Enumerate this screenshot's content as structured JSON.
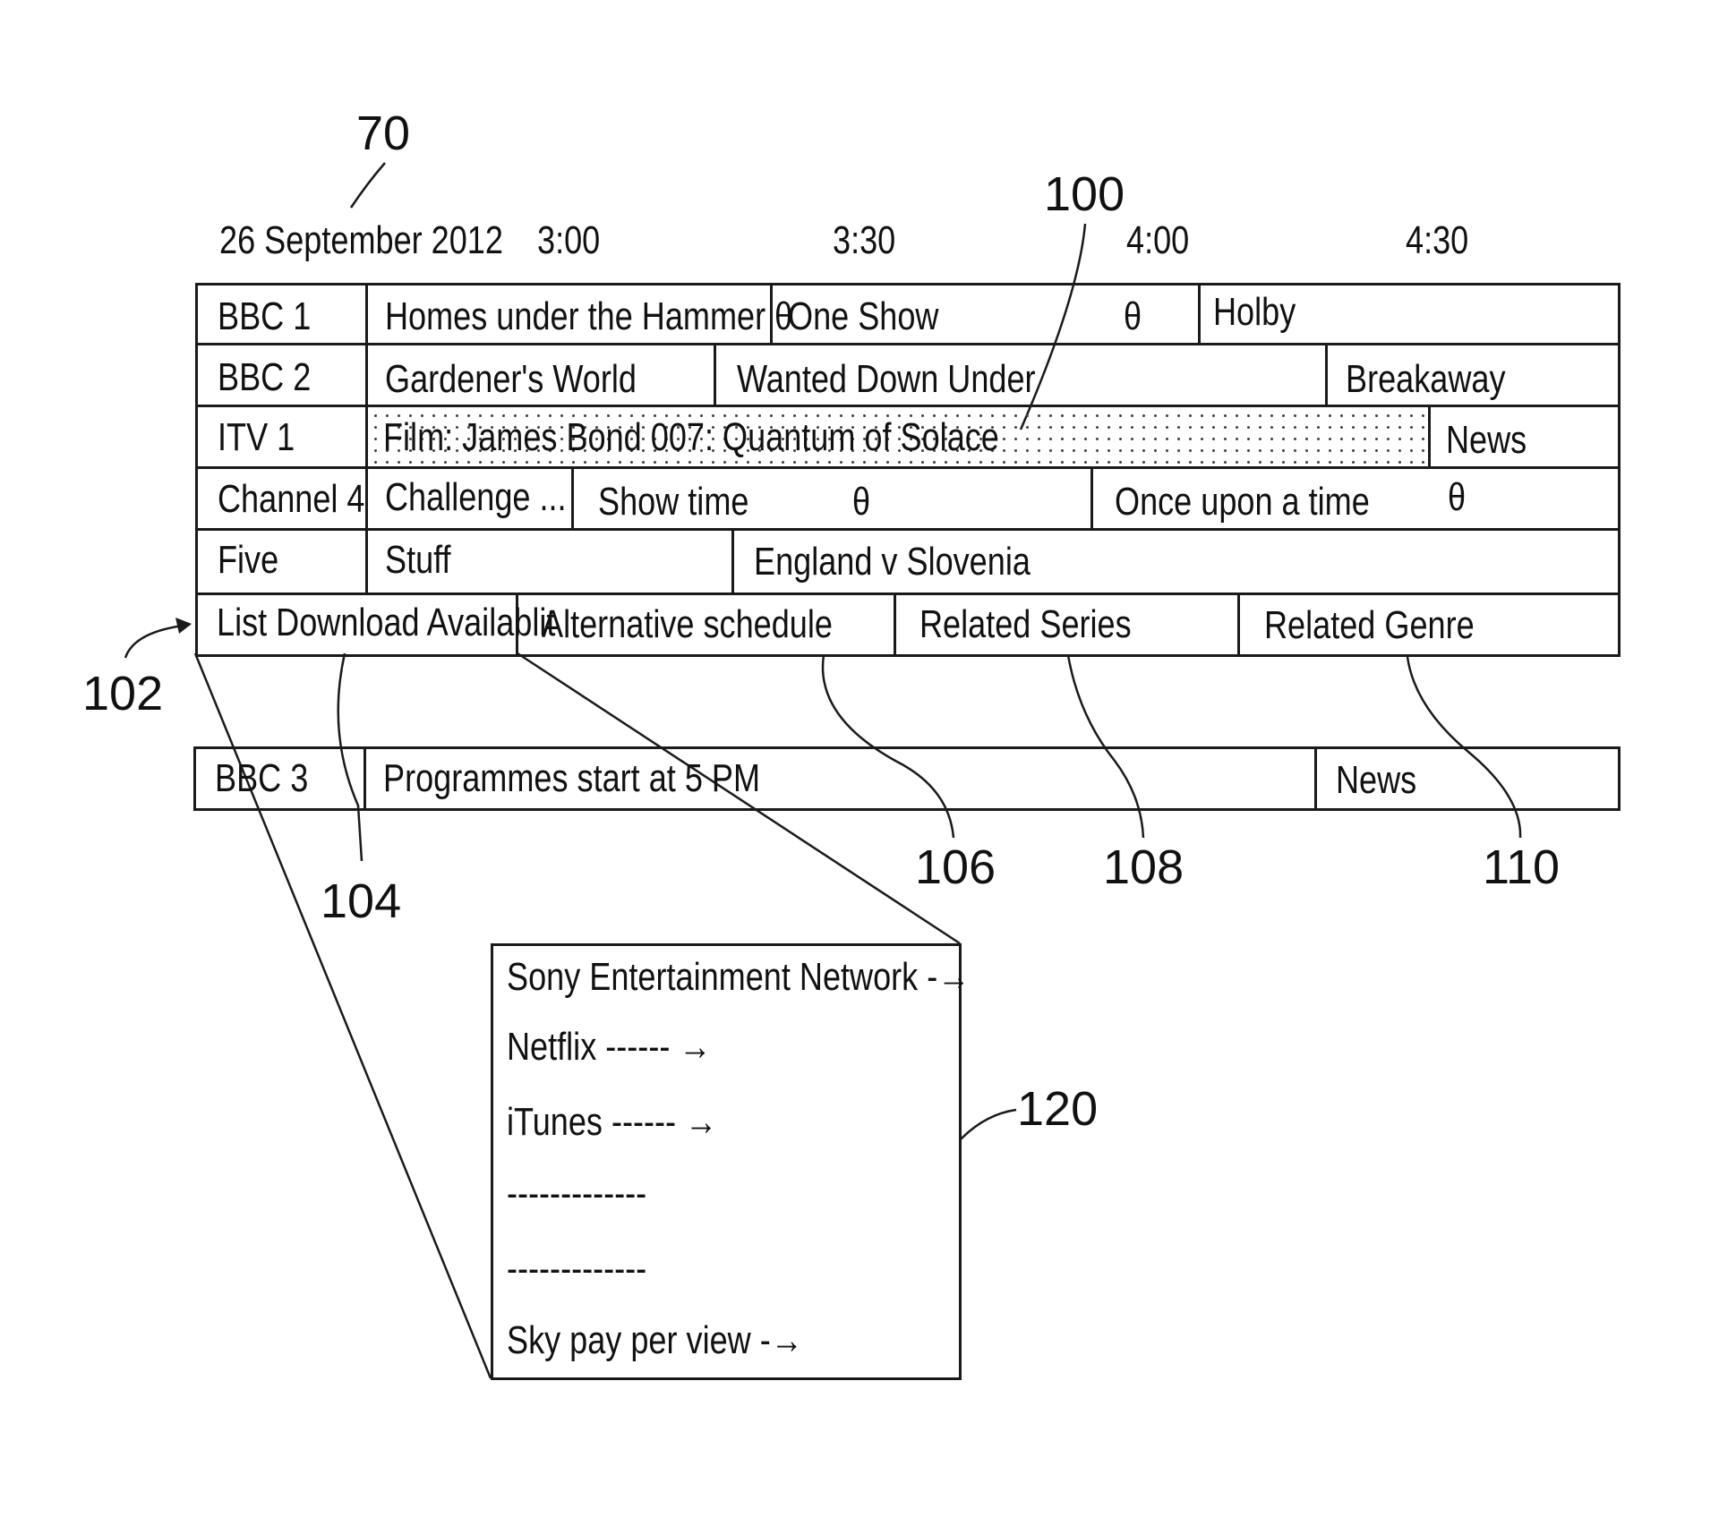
{
  "guide": {
    "date": "26 September 2012",
    "times": [
      "3:00",
      "3:30",
      "4:00",
      "4:30"
    ],
    "rows": [
      {
        "channel": "BBC 1",
        "programmes": [
          "Homes under the Hammer θ",
          "One Show",
          "θ",
          "Holby"
        ]
      },
      {
        "channel": "BBC 2",
        "programmes": [
          "Gardener's World",
          "Wanted Down Under",
          "Breakaway"
        ]
      },
      {
        "channel": "ITV 1",
        "programmes": [
          "Film: James Bond 007: Quantum of Solace",
          "News"
        ]
      },
      {
        "channel": "Channel 4",
        "programmes": [
          "Challenge ...",
          "Show time",
          "θ",
          "Once upon a time",
          "θ"
        ]
      },
      {
        "channel": "Five",
        "programmes": [
          "Stuff",
          "England v Slovenia"
        ]
      }
    ],
    "menu_bar": [
      "List Download Availablit",
      "Alternative schedule",
      "Related Series",
      "Related Genre"
    ],
    "extra_row": {
      "channel": "BBC 3",
      "programmes": [
        "Programmes start at 5 PM",
        "News"
      ]
    }
  },
  "popup": {
    "items": [
      "Sony Entertainment Network -→",
      "Netflix ------ →",
      "iTunes ------ →",
      "-------------",
      "-------------",
      "Sky pay per view -→"
    ]
  },
  "reference_numerals": [
    "70",
    "100",
    "102",
    "104",
    "106",
    "108",
    "110",
    "120"
  ]
}
